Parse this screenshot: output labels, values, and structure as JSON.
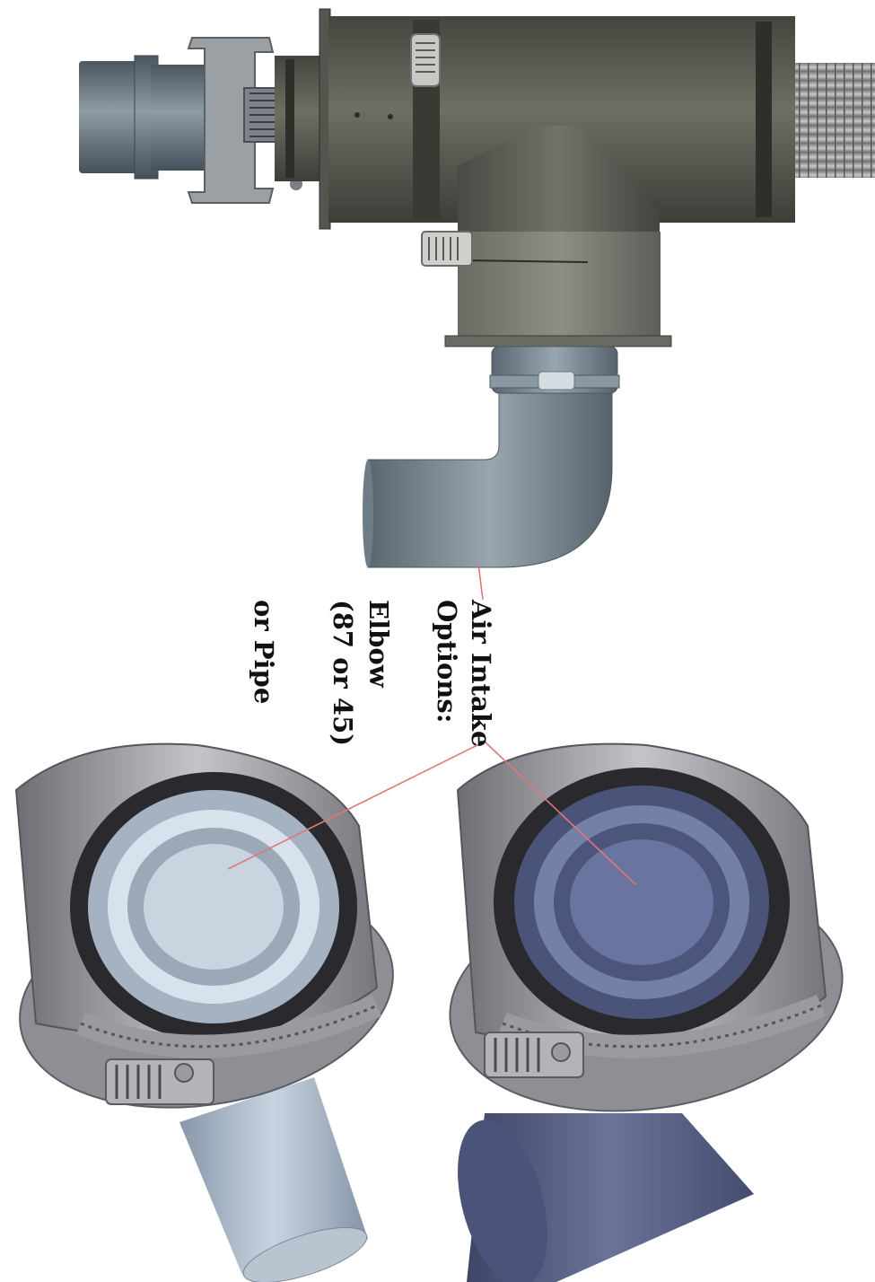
{
  "labels": {
    "line1": "Air Intake",
    "line2": "Options:",
    "line3": "Elbow",
    "line4": "(87 or 45)",
    "line5": "or Pipe"
  },
  "colors": {
    "leader_line": "#e07878",
    "vent_body": "#5a5a52",
    "silver": "#a8a8ae",
    "blue_pipe": "#5a6488",
    "light_blue": "#a8b8c8"
  }
}
